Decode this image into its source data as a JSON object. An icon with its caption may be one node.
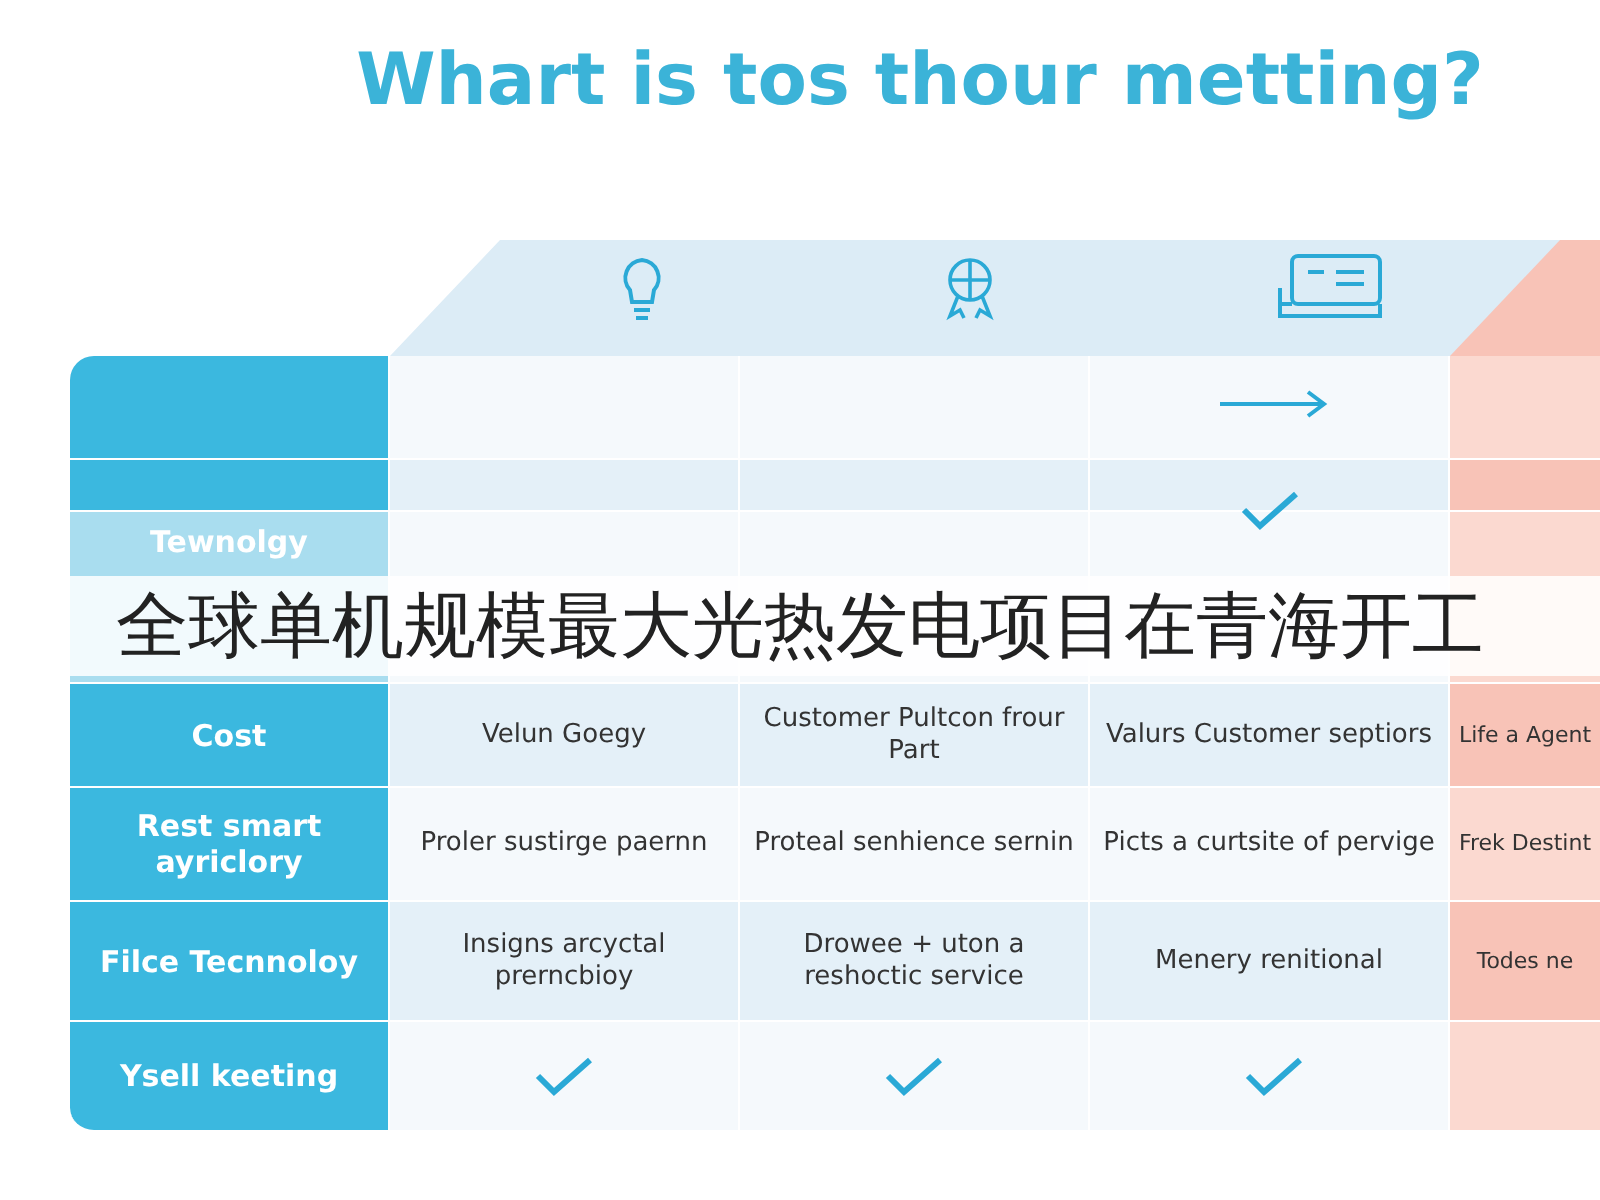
{
  "diagram": {
    "title": "Whart is tos thour metting?",
    "labels": [
      "Tewnolgy",
      "全球单机规模最大光热发电项目在青海开工",
      "Cost",
      "Velun Goegy",
      "Customer Pultcon frour Part",
      "Valurs Customer septiors",
      "Life a Agent",
      "Rest smart ayriclory",
      "Proler sustirge paernn",
      "Proteal senhience sernin",
      "Picts a curtsite of pervige",
      "Frek Destint",
      "Filce Tecnnoloy",
      "Insigns arcyctal prerncbioy",
      "Drowee + uton a reshoctic service",
      "Menery renitional",
      "Todes ne",
      "Ysell keeting"
    ]
  }
}
